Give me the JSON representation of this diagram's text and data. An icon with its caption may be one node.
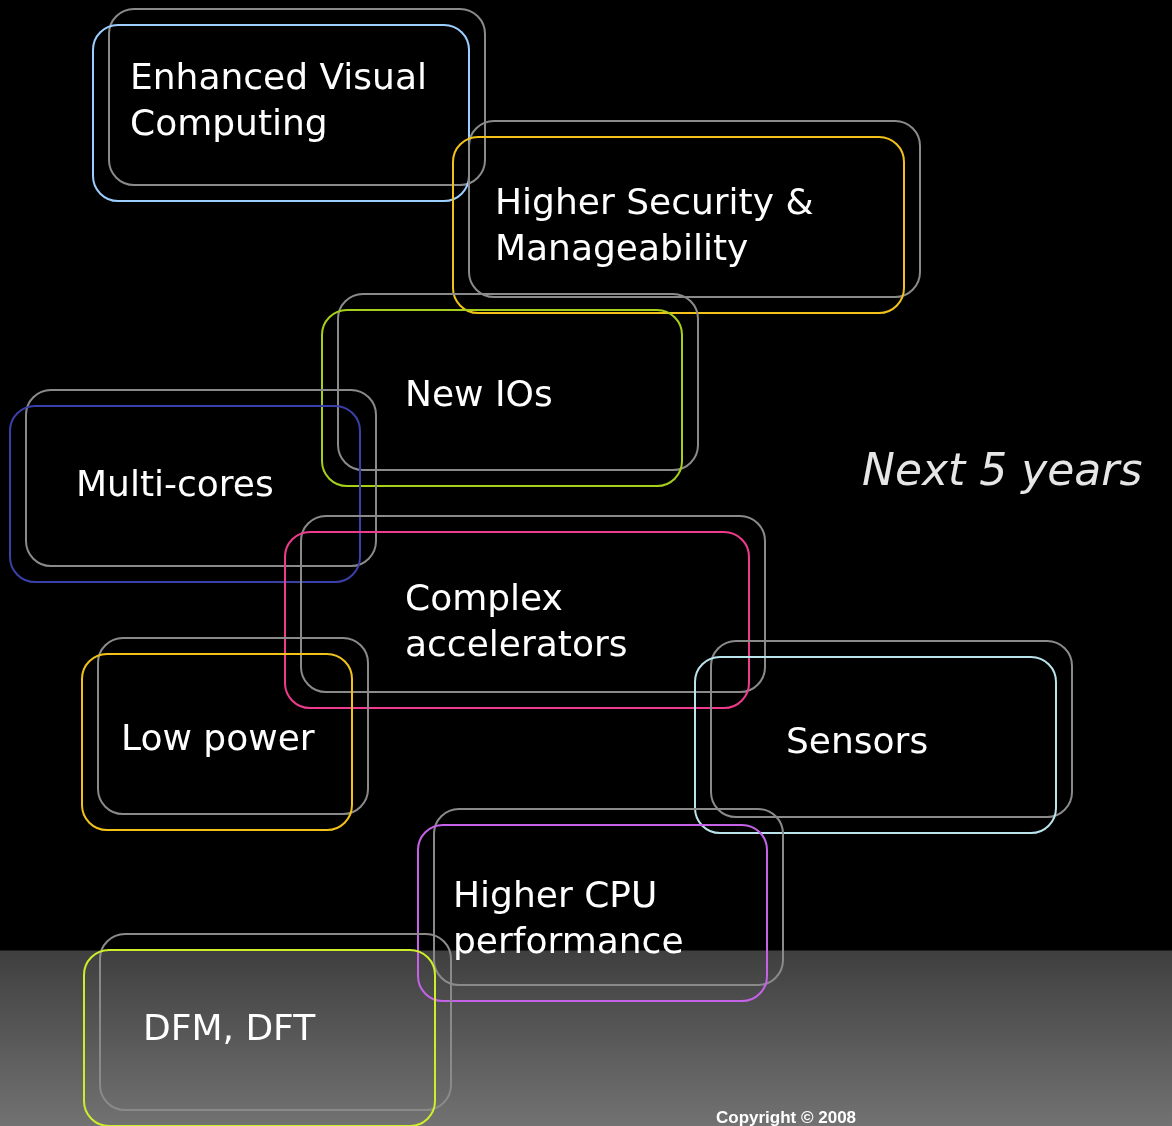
{
  "diagram": {
    "nodes": [
      {
        "text": [
          "Enhanced Visual Computing"
        ]
      },
      {
        "text": [
          "Higher Security & Manageability"
        ]
      },
      {
        "text": [
          "New IOs"
        ]
      },
      {
        "text": [
          "Multi-cores"
        ]
      },
      {
        "text": [
          "Complex accelerators"
        ]
      },
      {
        "text": [
          "Low power"
        ]
      },
      {
        "text": [
          "Sensors"
        ]
      },
      {
        "text": [
          "Higher CPU performance"
        ]
      },
      {
        "text": [
          "DFM, DFT"
        ]
      }
    ],
    "labels": [
      "Next 5 years",
      "Copyright © 2008"
    ]
  }
}
